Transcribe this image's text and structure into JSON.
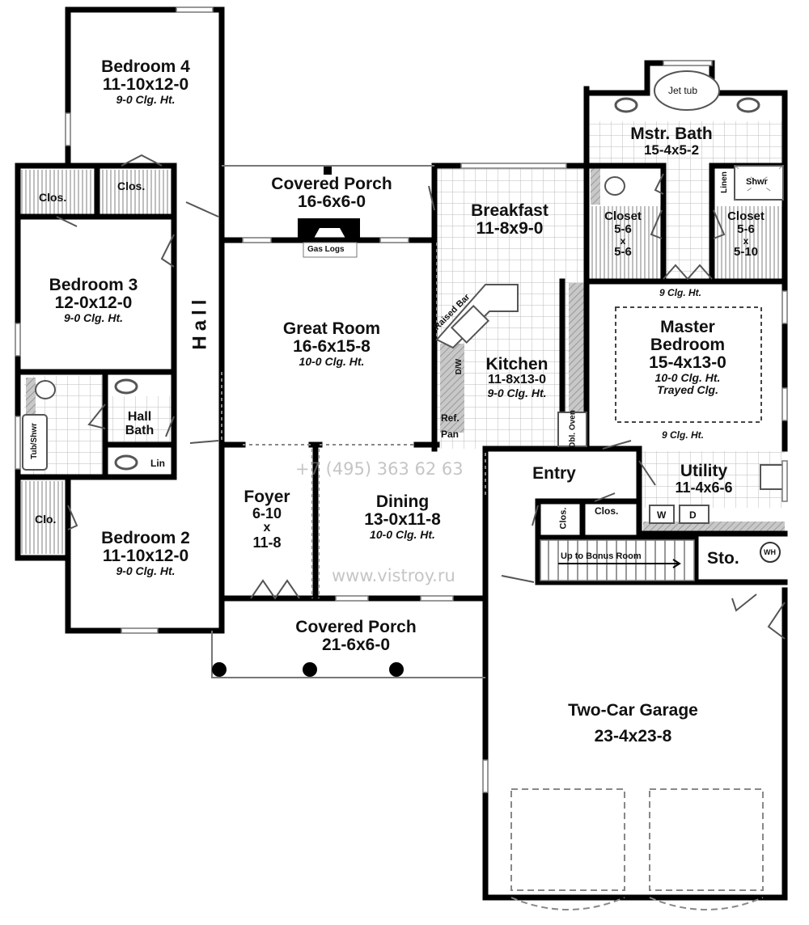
{
  "plan": {
    "rooms": {
      "bedroom4": {
        "name": "Bedroom 4",
        "dims": "11-10x12-0",
        "ceiling": "9-0 Clg. Ht."
      },
      "bedroom3": {
        "name": "Bedroom 3",
        "dims": "12-0x12-0",
        "ceiling": "9-0 Clg. Ht."
      },
      "bedroom2": {
        "name": "Bedroom 2",
        "dims": "11-10x12-0",
        "ceiling": "9-0 Clg. Ht."
      },
      "hall": {
        "name": "Hall"
      },
      "hall_bath": {
        "name1": "Hall",
        "name2": "Bath"
      },
      "covered_porch_rear": {
        "name": "Covered Porch",
        "dims": "16-6x6-0"
      },
      "great_room": {
        "name": "Great Room",
        "dims": "16-6x15-8",
        "ceiling": "10-0 Clg. Ht."
      },
      "breakfast": {
        "name": "Breakfast",
        "dims": "11-8x9-0"
      },
      "kitchen": {
        "name": "Kitchen",
        "dims": "11-8x13-0",
        "ceiling": "9-0 Clg. Ht."
      },
      "mstr_bath": {
        "name": "Mstr. Bath",
        "dims": "15-4x5-2"
      },
      "closet_left": {
        "name": "Closet",
        "w": "5-6",
        "x": "x",
        "h": "5-6"
      },
      "closet_right": {
        "name": "Closet",
        "w": "5-6",
        "x": "x",
        "h": "5-10"
      },
      "master_bedroom": {
        "name1": "Master",
        "name2": "Bedroom",
        "dims": "15-4x13-0",
        "ceiling": "10-0 Clg. Ht.",
        "ceiling2": "Trayed Clg.",
        "edge_ceiling": "9 Clg. Ht."
      },
      "foyer": {
        "name": "Foyer",
        "w": "6-10",
        "x": "x",
        "h": "11-8"
      },
      "dining": {
        "name": "Dining",
        "dims": "13-0x11-8",
        "ceiling": "10-0 Clg. Ht."
      },
      "entry": {
        "name": "Entry"
      },
      "utility": {
        "name": "Utility",
        "dims": "11-4x6-6"
      },
      "storage": {
        "name": "Sto."
      },
      "covered_porch_front": {
        "name": "Covered Porch",
        "dims": "21-6x6-0"
      },
      "garage": {
        "name": "Two-Car Garage",
        "dims": "23-4x23-8"
      }
    },
    "fixtures": {
      "clos": "Clos.",
      "clo": "Clo.",
      "gas_logs": "Gas Logs",
      "jet_tub": "Jet tub",
      "shwr": "Shwr",
      "linen": "Linen",
      "tub_shwr": "Tub/Shwr",
      "lin": "Lin",
      "raised_bar": "Raised Bar",
      "dw": "D/W",
      "ref": "Ref.",
      "pan": "Pan",
      "dbl_oven": "Dbl. Oven",
      "washer": "W",
      "dryer": "D",
      "water_heater": "WH",
      "stairs": "Up to Bonus Room"
    },
    "watermark": {
      "phone": "+7 (495) 363 62 63",
      "url": "www.vistroy.ru"
    }
  }
}
